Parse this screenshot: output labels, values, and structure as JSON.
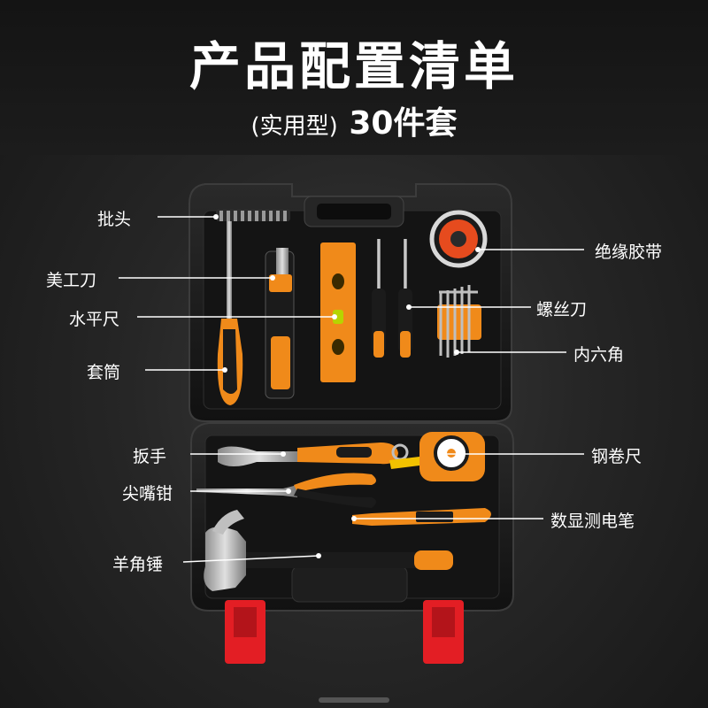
{
  "header": {
    "title": "产品配置清单",
    "subtitle_type": "(实用型)",
    "subtitle_count": "30件套"
  },
  "labels": {
    "left": [
      "批头",
      "美工刀",
      "水平尺",
      "套筒",
      "扳手",
      "尖嘴钳",
      "羊角锤"
    ],
    "right": [
      "绝缘胶带",
      "螺丝刀",
      "内六角",
      "钢卷尺",
      "数显测电笔"
    ]
  },
  "colors": {
    "accent": "#f08a1a",
    "case": "#1b1b1b",
    "latch": "#e31e24"
  }
}
